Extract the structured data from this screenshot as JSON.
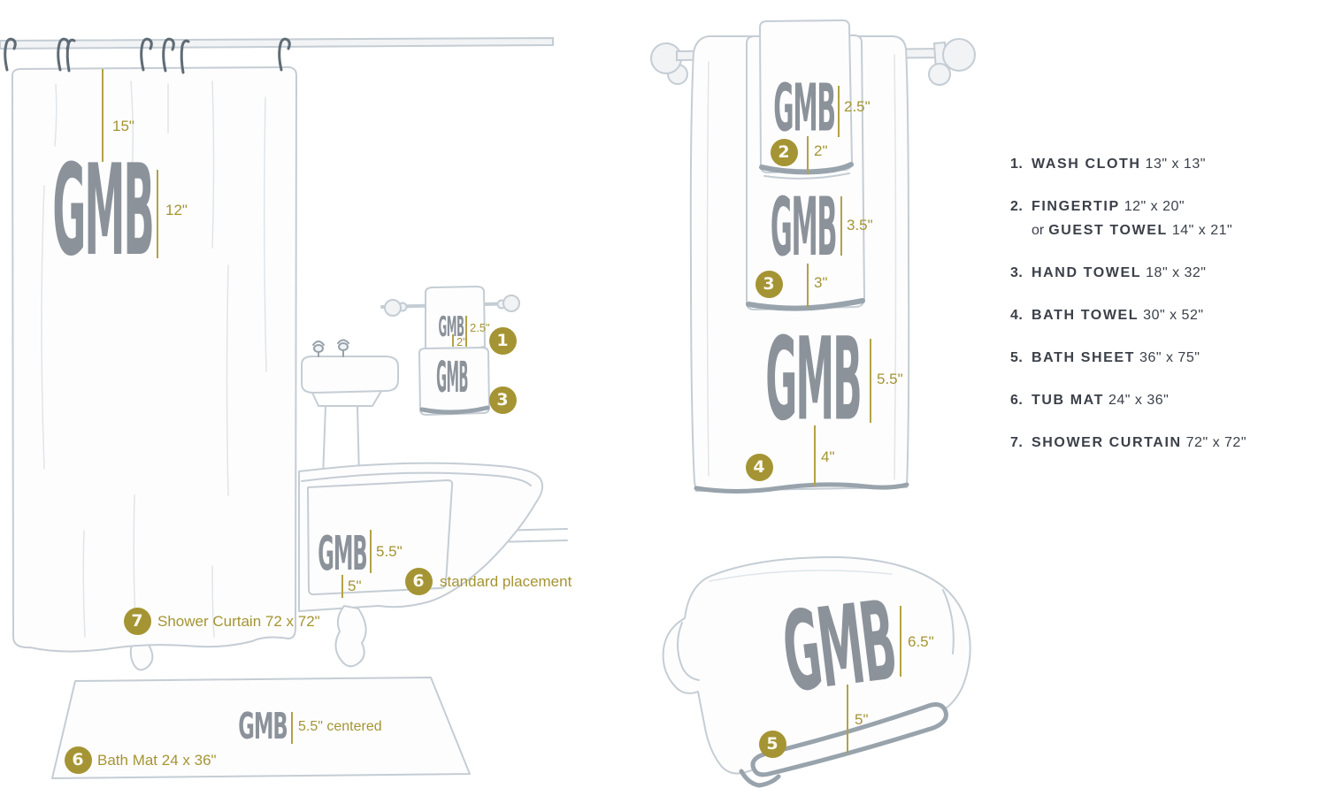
{
  "palette": {
    "gold": "#a59433",
    "gold_line": "#b3a246",
    "monogram_gray": "#8b929a",
    "sketch_line": "#c5cdd4",
    "hem_gray": "#98a3ac",
    "hook_gray": "#5f6b75",
    "legend_text": "#3b4049",
    "badge_number": "#fbf9ee"
  },
  "monogram": "GMB",
  "left_scene": {
    "curtain": {
      "len15": "15\"",
      "len12": "12\"",
      "badge": "7",
      "caption": "Shower Curtain 72 x 72\""
    },
    "rack": {
      "len25": "2.5\"",
      "len2": "2\"",
      "badge_washcloth": "1",
      "badge_handtowel": "3"
    },
    "tub": {
      "len55": "5.5\"",
      "len5": "5\"",
      "badge": "6",
      "caption": "standard placement"
    },
    "bath_mat": {
      "len": "5.5\" centered",
      "badge": "6",
      "caption": "Bath Mat 24 x 36\""
    }
  },
  "middle_scene": {
    "fingertip": {
      "badge": "2",
      "len25": "2.5\"",
      "len2": "2\""
    },
    "hand_towel": {
      "badge": "3",
      "len35": "3.5\"",
      "len3": "3\""
    },
    "bath_towel": {
      "badge": "4",
      "len55": "5.5\"",
      "len4": "4\""
    },
    "bath_sheet": {
      "badge": "5",
      "len65": "6.5\"",
      "len5": "5\""
    }
  },
  "legend": {
    "items": [
      {
        "num": "1.",
        "name": "WASH CLOTH",
        "size": "13\" x 13\""
      },
      {
        "num": "2.",
        "name": "FINGERTIP",
        "size": "12\" x 20\"",
        "or": "or",
        "name2": "GUEST TOWEL",
        "size2": "14\" x 21\""
      },
      {
        "num": "3.",
        "name": "HAND TOWEL",
        "size": "18\" x 32\""
      },
      {
        "num": "4.",
        "name": "BATH TOWEL",
        "size": "30\" x 52\""
      },
      {
        "num": "5.",
        "name": "BATH SHEET",
        "size": "36\" x 75\""
      },
      {
        "num": "6.",
        "name": "TUB MAT",
        "size": "24\" x 36\""
      },
      {
        "num": "7.",
        "name": "SHOWER CURTAIN",
        "size": "72\" x 72\""
      }
    ]
  }
}
